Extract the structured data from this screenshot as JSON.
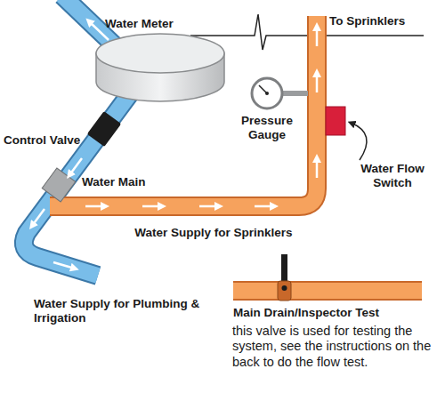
{
  "diagram": {
    "labels": [
      "To Sprinklers",
      "Water Meter",
      "Control Valve",
      "Water Main",
      "Pressure Gauge",
      "Water Flow Switch",
      "Water Supply for Sprinklers",
      "Main Drain/Inspector Test",
      "this valve is used for testing the system, see the instructions on the back to do the flow test.",
      "Water Supply for Plumbing & Irrigation"
    ]
  }
}
